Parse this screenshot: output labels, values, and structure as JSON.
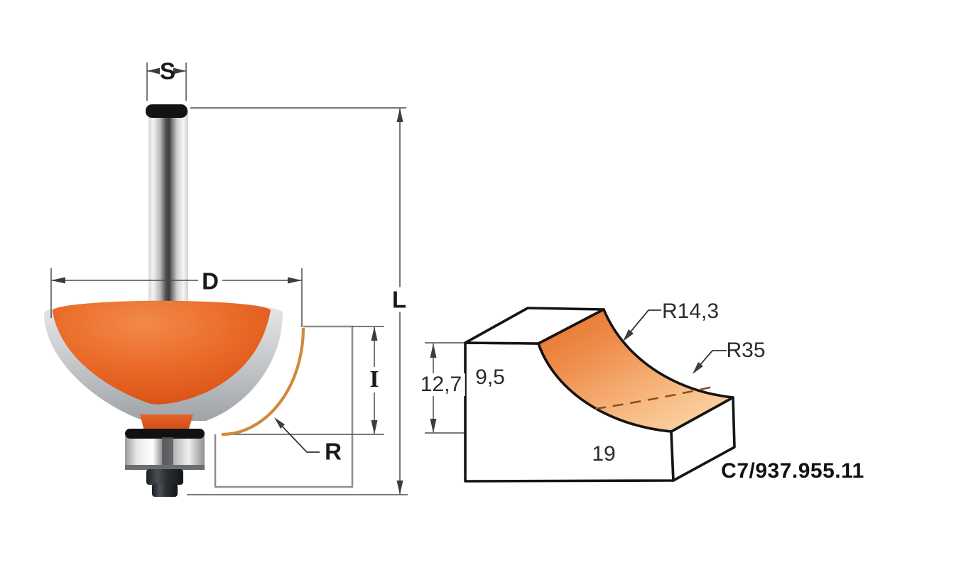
{
  "bit_view": {
    "dims": {
      "shank_diameter": "S",
      "cutting_diameter": "D",
      "cutting_depth": "I",
      "radius": "R",
      "overall_length": "L"
    }
  },
  "workpiece_view": {
    "radius_small_label": "R14,3",
    "radius_large_label": "R35",
    "total_depth": "12,7",
    "cut_depth": "9,5",
    "cut_width": "19",
    "part_number": "C7/937.955.11"
  },
  "colors": {
    "bit_body_orange": "#e8622a",
    "cove_light_orange": "#fbd6ab",
    "profile_curve_tan": "#d08a3f",
    "outline_black": "#141414",
    "dimension_gray": "#4d4d4d",
    "box_gray": "#8f8f8f",
    "steel_silver": "#c6c9cc"
  }
}
